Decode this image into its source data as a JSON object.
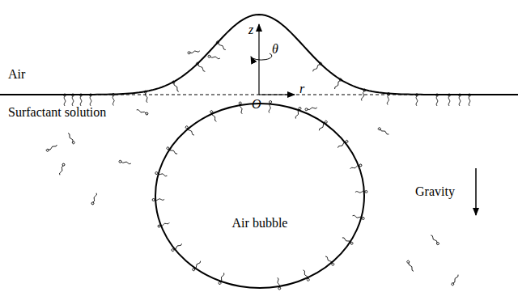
{
  "diagram": {
    "nodes": [
      {
        "text": [
          "Air bubble"
        ]
      }
    ],
    "labels": [
      "Air",
      "Surfactant solution",
      "z",
      "θ",
      "r",
      "O",
      "Gravity"
    ]
  }
}
